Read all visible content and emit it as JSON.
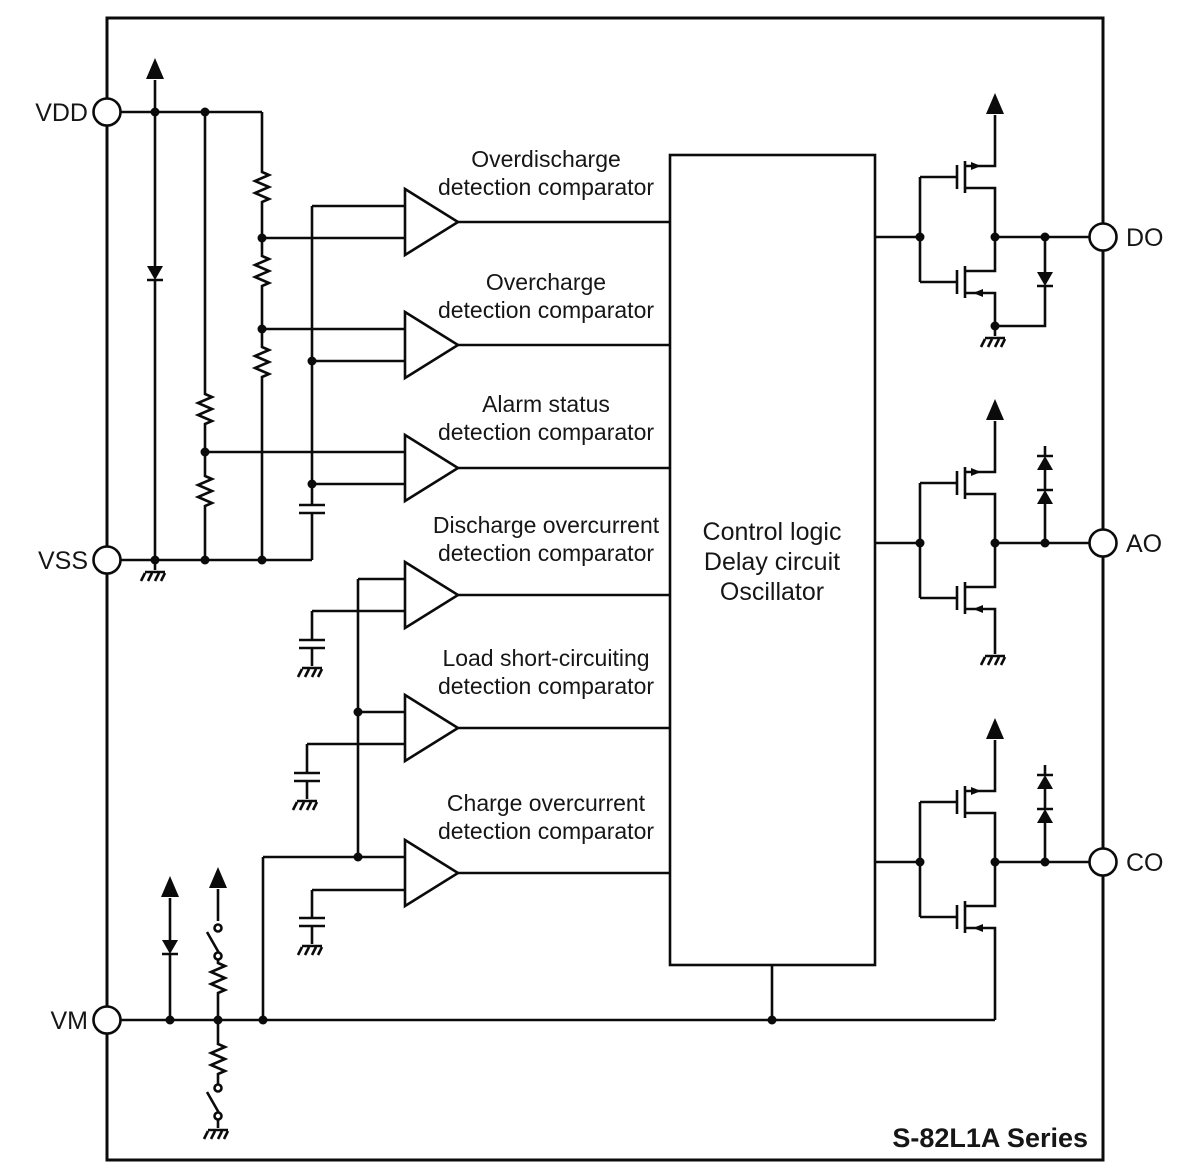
{
  "diagram": {
    "title": "S-82L1A Series",
    "pins": {
      "vdd": "VDD",
      "vss": "VSS",
      "vm": "VM",
      "do": "DO",
      "ao": "AO",
      "co": "CO"
    },
    "comparators": [
      {
        "line1": "Overdischarge",
        "line2": "detection comparator"
      },
      {
        "line1": "Overcharge",
        "line2": "detection comparator"
      },
      {
        "line1": "Alarm status",
        "line2": "detection comparator"
      },
      {
        "line1": "Discharge overcurrent",
        "line2": "detection comparator"
      },
      {
        "line1": "Load short-circuiting",
        "line2": "detection comparator"
      },
      {
        "line1": "Charge overcurrent",
        "line2": "detection comparator"
      }
    ],
    "control_block": {
      "line1": "Control logic",
      "line2": "Delay circuit",
      "line3": "Oscillator"
    },
    "colors": {
      "line": "#0b0b0b",
      "background": "#ffffff"
    }
  }
}
